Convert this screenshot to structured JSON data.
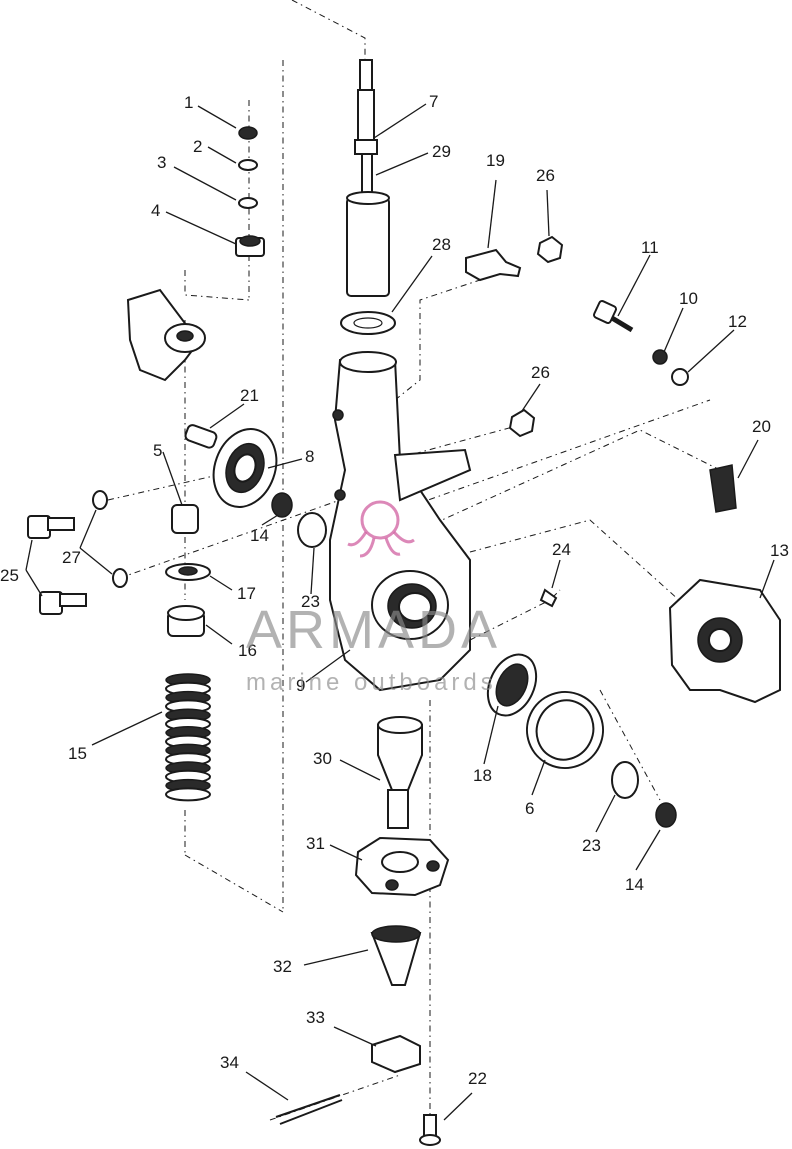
{
  "watermark": {
    "brand": "ARMADA",
    "tagline": "marine outboards",
    "logo_icon": "octopus-icon",
    "logo_color": "#d060a0"
  },
  "callouts": [
    {
      "id": "1",
      "label": "1"
    },
    {
      "id": "2",
      "label": "2"
    },
    {
      "id": "3",
      "label": "3"
    },
    {
      "id": "4",
      "label": "4"
    },
    {
      "id": "5",
      "label": "5"
    },
    {
      "id": "6",
      "label": "6"
    },
    {
      "id": "7",
      "label": "7"
    },
    {
      "id": "8",
      "label": "8"
    },
    {
      "id": "9",
      "label": "9"
    },
    {
      "id": "10",
      "label": "10"
    },
    {
      "id": "11",
      "label": "11"
    },
    {
      "id": "12",
      "label": "12"
    },
    {
      "id": "13",
      "label": "13"
    },
    {
      "id": "14a",
      "label": "14"
    },
    {
      "id": "14b",
      "label": "14"
    },
    {
      "id": "15",
      "label": "15"
    },
    {
      "id": "16",
      "label": "16"
    },
    {
      "id": "17",
      "label": "17"
    },
    {
      "id": "18",
      "label": "18"
    },
    {
      "id": "19",
      "label": "19"
    },
    {
      "id": "20",
      "label": "20"
    },
    {
      "id": "21",
      "label": "21"
    },
    {
      "id": "22",
      "label": "22"
    },
    {
      "id": "23a",
      "label": "23"
    },
    {
      "id": "23b",
      "label": "23"
    },
    {
      "id": "24",
      "label": "24"
    },
    {
      "id": "25",
      "label": "25"
    },
    {
      "id": "26a",
      "label": "26"
    },
    {
      "id": "26b",
      "label": "26"
    },
    {
      "id": "27",
      "label": "27"
    },
    {
      "id": "28",
      "label": "28"
    },
    {
      "id": "29",
      "label": "29"
    },
    {
      "id": "30",
      "label": "30"
    },
    {
      "id": "31",
      "label": "31"
    },
    {
      "id": "32",
      "label": "32"
    },
    {
      "id": "33",
      "label": "33"
    },
    {
      "id": "34",
      "label": "34"
    }
  ]
}
